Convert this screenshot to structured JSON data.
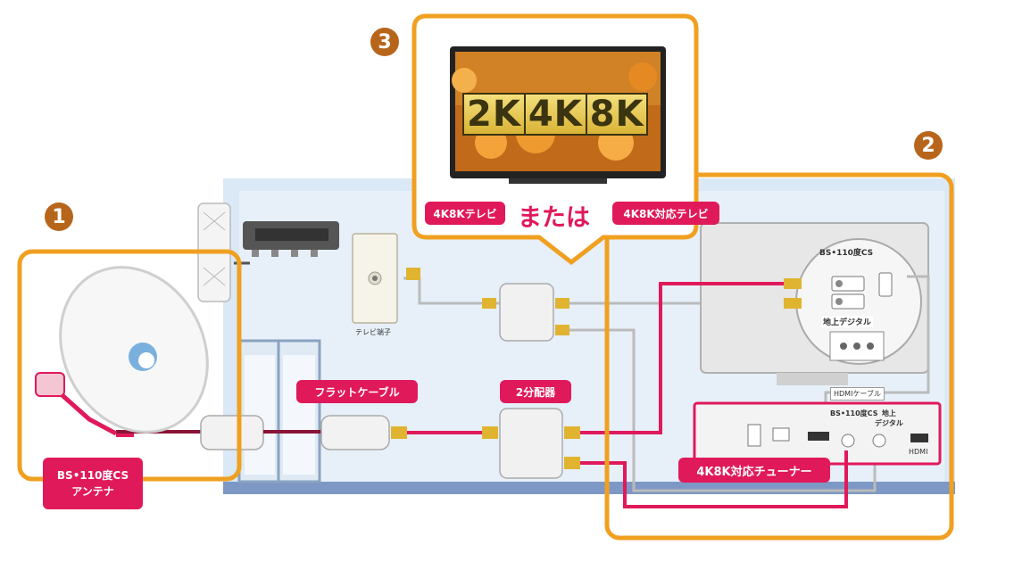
{
  "steps": {
    "one": "1",
    "two": "2",
    "three": "3"
  },
  "labels": {
    "tv_4k8k": "4K8Kテレビ",
    "or": "または",
    "tv_4k8k_ready": "4K8K対応テレビ",
    "flat_cable": "フラットケーブル",
    "splitter": "2分配器",
    "antenna_line1": "BS•110度CS",
    "antenna_line2": "アンテナ",
    "tuner": "4K8K対応チューナー",
    "wall_outlet": "テレビ端子",
    "hdmi_cable": "HDMIケーブル",
    "terrestrial": "地上デジタル",
    "bs_cs": "BS•110度CS",
    "tuner_bs_cs": "BS•110度CS",
    "tuner_terrestrial": "地上\nデジタル",
    "tuner_hdmi": "HDMI"
  },
  "screen_badge": [
    "2K",
    "4K",
    "8K"
  ],
  "colors": {
    "frame_orange": "#f0a020",
    "pink": "#e0195a",
    "step_brown": "#b8651c",
    "room_blue": "#c8dcef",
    "floor_blue": "#6f8fc0"
  }
}
